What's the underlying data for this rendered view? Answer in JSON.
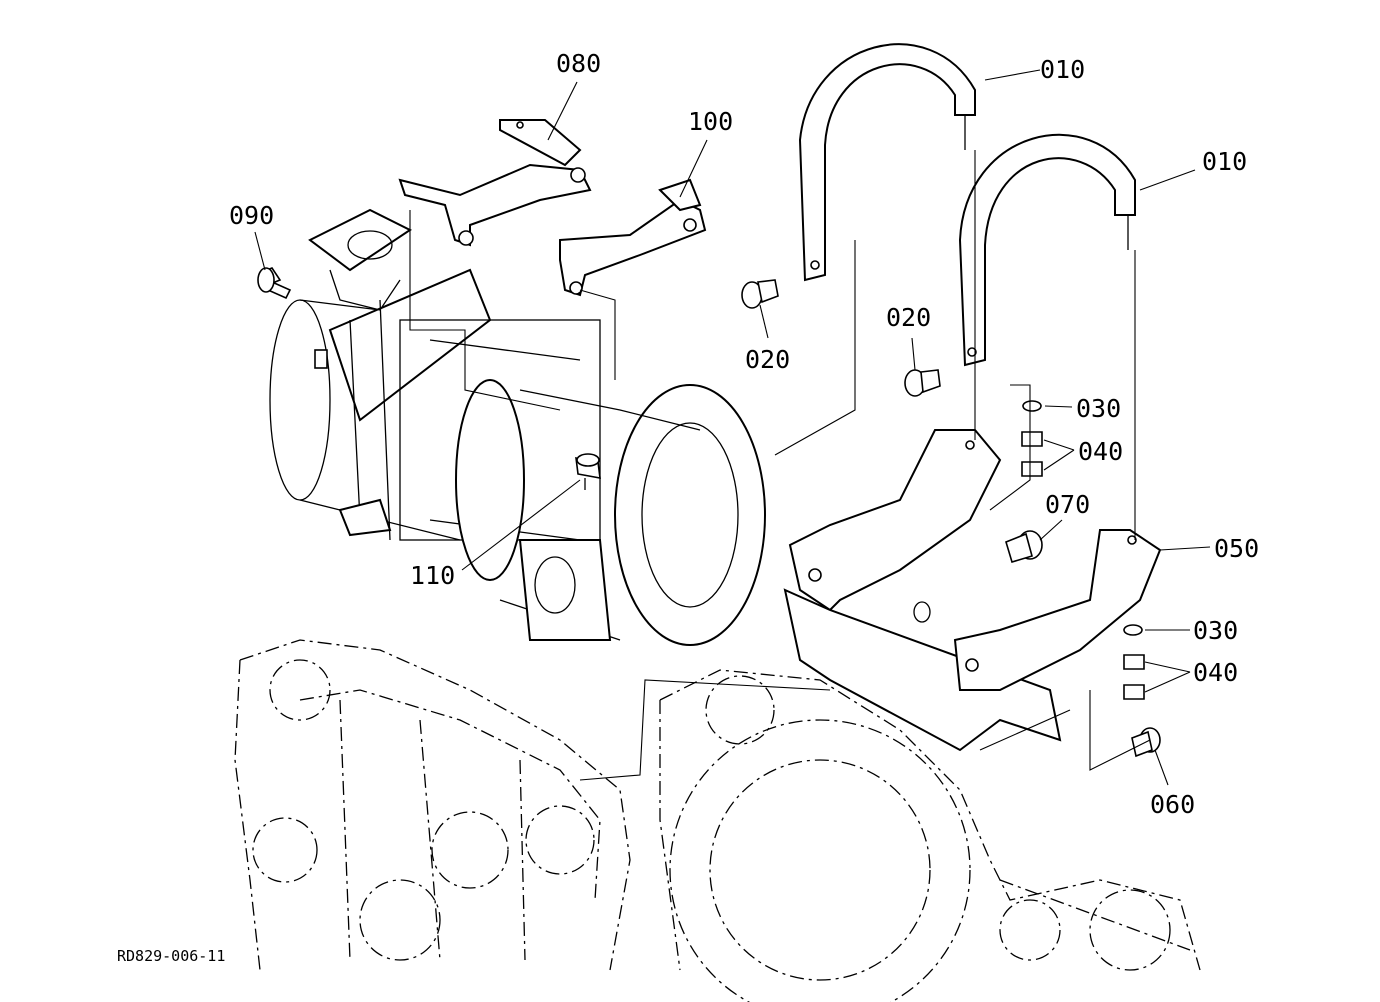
{
  "labels": {
    "p010a": "010",
    "p010b": "010",
    "p020a": "020",
    "p020b": "020",
    "p030a": "030",
    "p030b": "030",
    "p040a": "040",
    "p040b": "040",
    "p050": "050",
    "p060": "060",
    "p070": "070",
    "p080": "080",
    "p090": "090",
    "p100": "100",
    "p110": "110"
  },
  "footer": {
    "code": "RD829-006-11"
  }
}
